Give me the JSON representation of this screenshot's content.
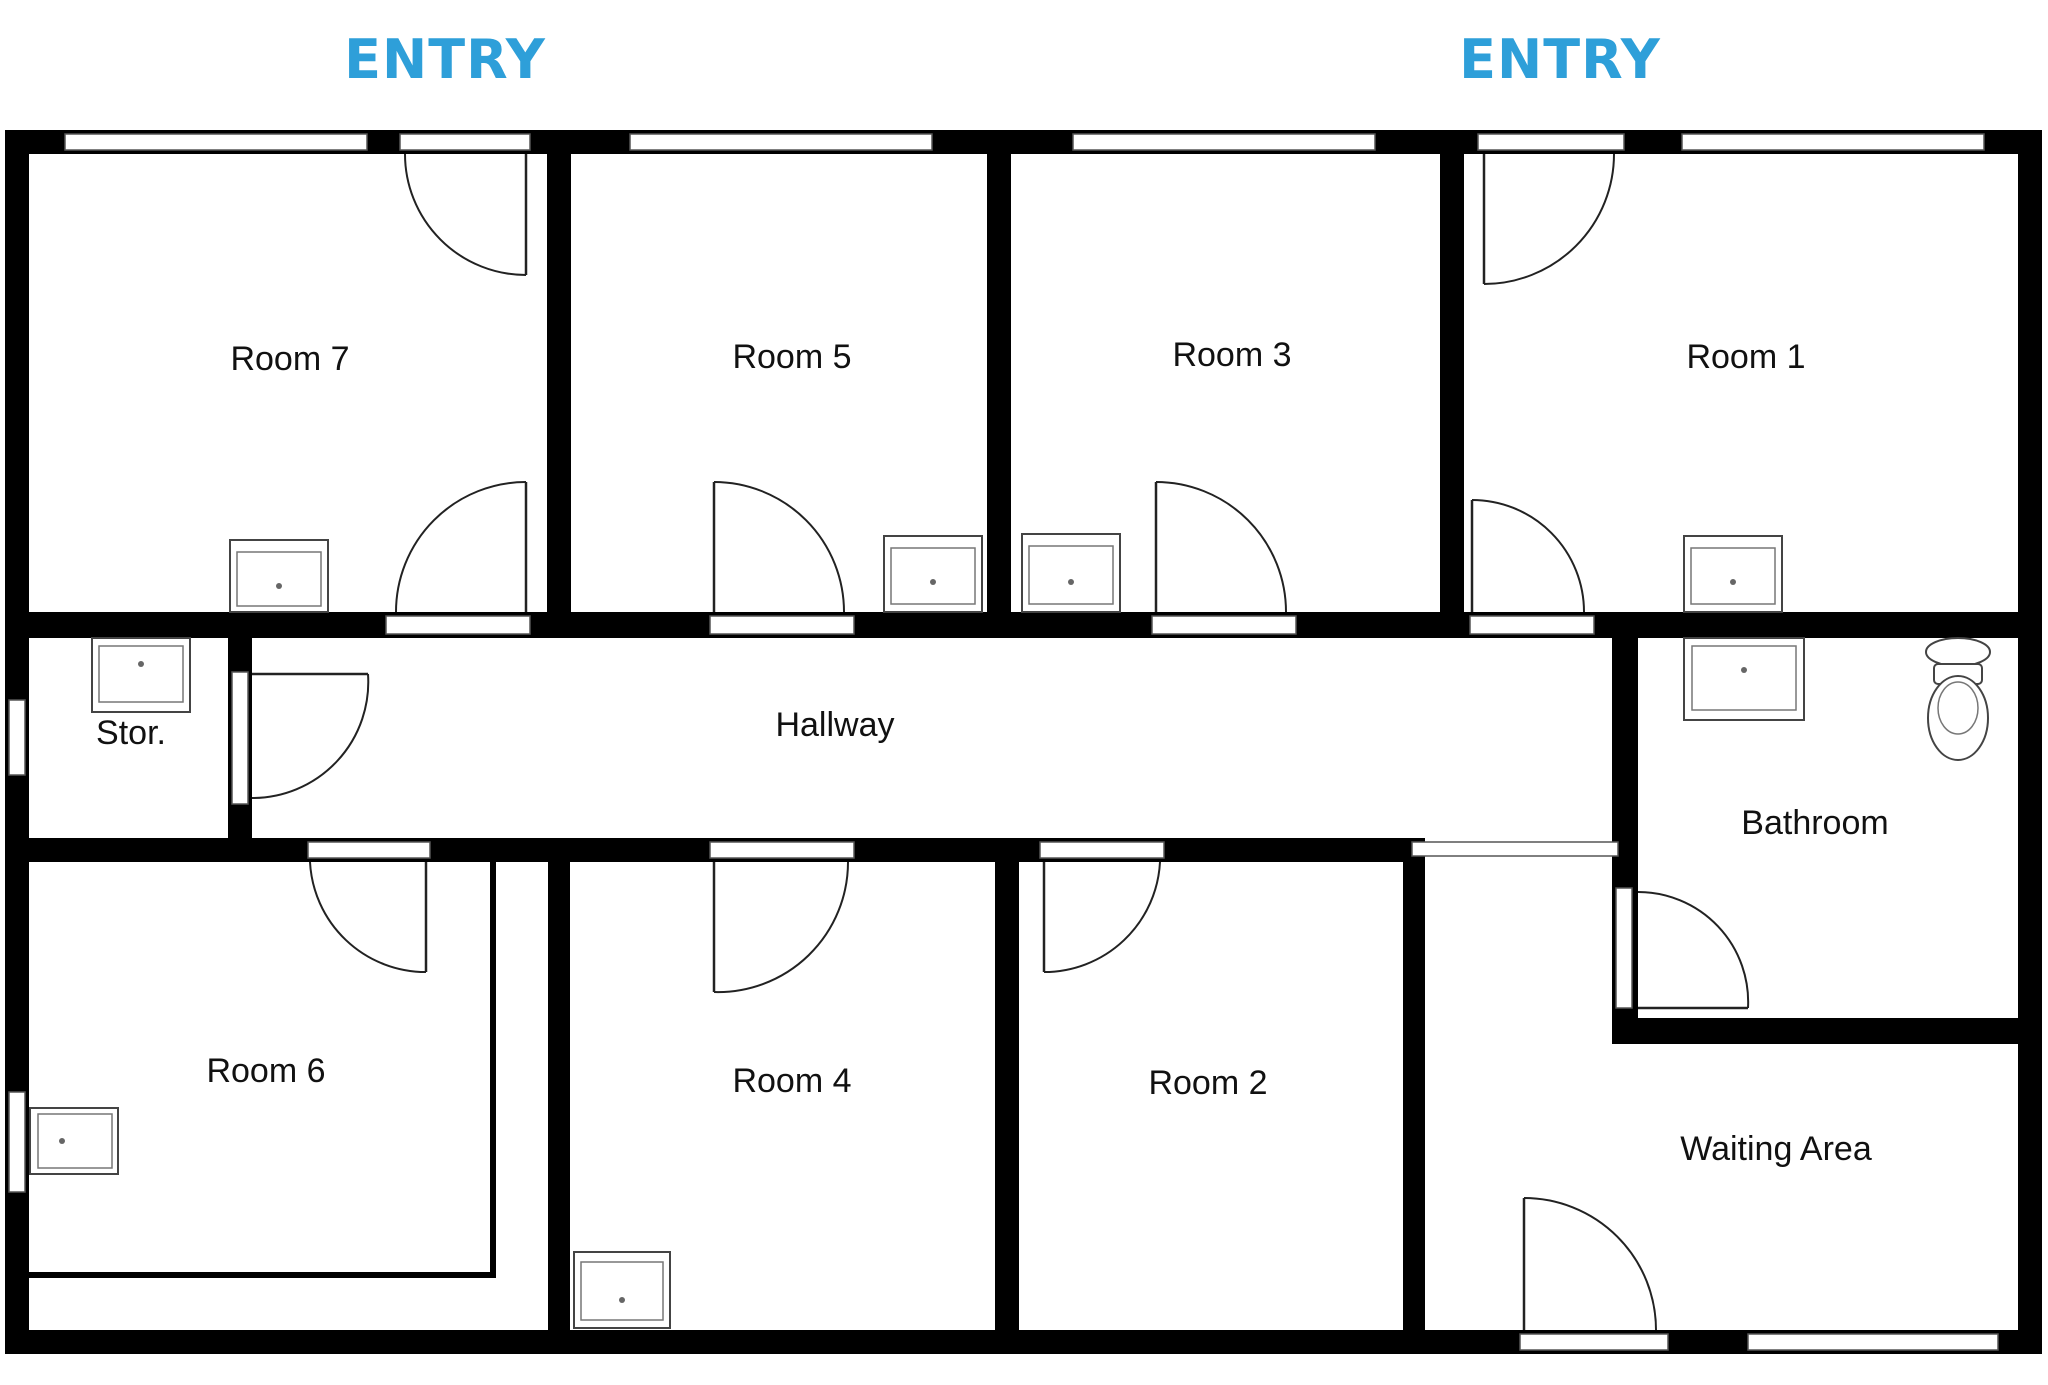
{
  "entries": [
    "ENTRY",
    "ENTRY"
  ],
  "rooms": {
    "room7": "Room 7",
    "room5": "Room 5",
    "room3": "Room 3",
    "room1": "Room 1",
    "storage": "Stor.",
    "hallway": "Hallway",
    "bathroom": "Bathroom",
    "room6": "Room 6",
    "room4": "Room 4",
    "room2": "Room 2",
    "waiting": "Waiting Area"
  },
  "colors": {
    "entry_label": "#2e9fd9",
    "walls": "#000000",
    "background": "#ffffff"
  },
  "icons": [
    "door-icon",
    "window-icon",
    "sink-icon",
    "toilet-icon"
  ]
}
